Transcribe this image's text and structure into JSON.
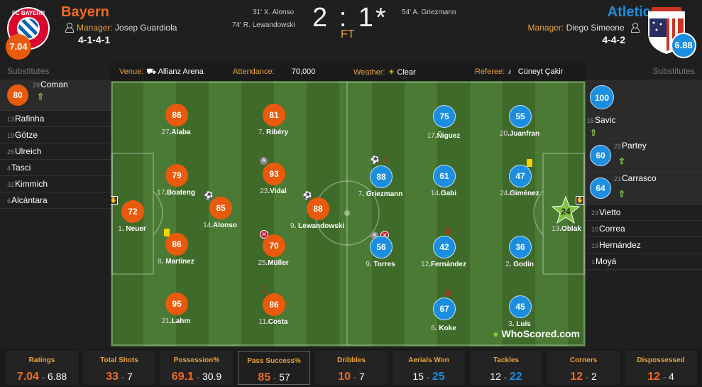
{
  "home": {
    "name": "Bayern",
    "crest_text": "FC BAYERN",
    "rating": "7.04",
    "manager_label": "Manager:",
    "manager": "Josep Guardiola",
    "formation": "4-1-4-1",
    "color": "#ea5a0c"
  },
  "away": {
    "name": "Atletico",
    "rating": "6.88",
    "manager_label": "Manager:",
    "manager": "Diego Simeone",
    "formation": "4-4-2",
    "color": "#1b8ee0"
  },
  "score": {
    "text": "2 : 1*",
    "status": "FT"
  },
  "goals_home": [
    "31' X. Alonso",
    "74' R. Lewandowski"
  ],
  "goals_away": [
    "54' A. Griezmann"
  ],
  "info": {
    "venue_label": "Venue:",
    "venue": "Allianz Arena",
    "attendance_label": "Attendance:",
    "attendance": "70,000",
    "weather_label": "Weather:",
    "weather": "Clear",
    "referee_label": "Referee:",
    "referee": "Cüneyt Çakir"
  },
  "subs_title": "Substitutes",
  "home_subs": [
    {
      "num": "29",
      "name": "Coman",
      "rating": "80"
    },
    {
      "num": "13",
      "name": "Rafinha"
    },
    {
      "num": "19",
      "name": "Götze"
    },
    {
      "num": "26",
      "name": "Ulreich"
    },
    {
      "num": "4",
      "name": "Tasci"
    },
    {
      "num": "32",
      "name": "Kimmich"
    },
    {
      "num": "6",
      "name": "Alcántara"
    }
  ],
  "away_subs": [
    {
      "num": "15",
      "name": "Savic",
      "rating": "100"
    },
    {
      "num": "22",
      "name": "Partey",
      "rating": "60"
    },
    {
      "num": "21",
      "name": "Carrasco",
      "rating": "64"
    },
    {
      "num": "23",
      "name": "Vietto"
    },
    {
      "num": "16",
      "name": "Correa"
    },
    {
      "num": "19",
      "name": "Hernández"
    },
    {
      "num": "1",
      "name": "Moyá"
    }
  ],
  "home_players": [
    {
      "num": "1",
      "name": "Neuer",
      "rating": "72"
    },
    {
      "num": "27",
      "name": "Alaba",
      "rating": "86"
    },
    {
      "num": "17",
      "name": "Boateng",
      "rating": "79"
    },
    {
      "num": "8",
      "name": "Martínez",
      "rating": "86"
    },
    {
      "num": "21",
      "name": "Lahm",
      "rating": "95"
    },
    {
      "num": "14",
      "name": "Alonso",
      "rating": "85"
    },
    {
      "num": "7",
      "name": "Ribéry",
      "rating": "81"
    },
    {
      "num": "23",
      "name": "Vidal",
      "rating": "93"
    },
    {
      "num": "25",
      "name": "Müller",
      "rating": "70"
    },
    {
      "num": "11",
      "name": "Costa",
      "rating": "86"
    },
    {
      "num": "9",
      "name": "Lewandowski",
      "rating": "88"
    }
  ],
  "away_players": [
    {
      "num": "13",
      "name": "Oblak",
      "rating": "24"
    },
    {
      "num": "20",
      "name": "Juanfran",
      "rating": "55"
    },
    {
      "num": "24",
      "name": "Giménez",
      "rating": "47"
    },
    {
      "num": "2",
      "name": "Godín",
      "rating": "36"
    },
    {
      "num": "3",
      "name": "Luis",
      "rating": "45"
    },
    {
      "num": "17",
      "name": "Ñiguez",
      "rating": "75"
    },
    {
      "num": "14",
      "name": "Gabi",
      "rating": "61"
    },
    {
      "num": "12",
      "name": "Fernández",
      "rating": "42"
    },
    {
      "num": "6",
      "name": "Koke",
      "rating": "67"
    },
    {
      "num": "7",
      "name": "Griezmann",
      "rating": "88"
    },
    {
      "num": "9",
      "name": "Torres",
      "rating": "56"
    }
  ],
  "watermark": "WhoScored.com",
  "stats": [
    {
      "label": "Ratings",
      "home": "7.04",
      "away": "6.88",
      "winner": "home"
    },
    {
      "label": "Total Shots",
      "home": "33",
      "away": "7",
      "winner": "home"
    },
    {
      "label": "Possession%",
      "home": "69.1",
      "away": "30.9",
      "winner": "home"
    },
    {
      "label": "Pass Success%",
      "home": "85",
      "away": "57",
      "winner": "home"
    },
    {
      "label": "Dribbles",
      "home": "10",
      "away": "7",
      "winner": "home"
    },
    {
      "label": "Aerials Won",
      "home": "15",
      "away": "25",
      "winner": "away"
    },
    {
      "label": "Tackles",
      "home": "12",
      "away": "22",
      "winner": "away"
    },
    {
      "label": "Corners",
      "home": "12",
      "away": "2",
      "winner": "home"
    },
    {
      "label": "Dispossessed",
      "home": "12",
      "away": "4",
      "winner": "home"
    }
  ]
}
